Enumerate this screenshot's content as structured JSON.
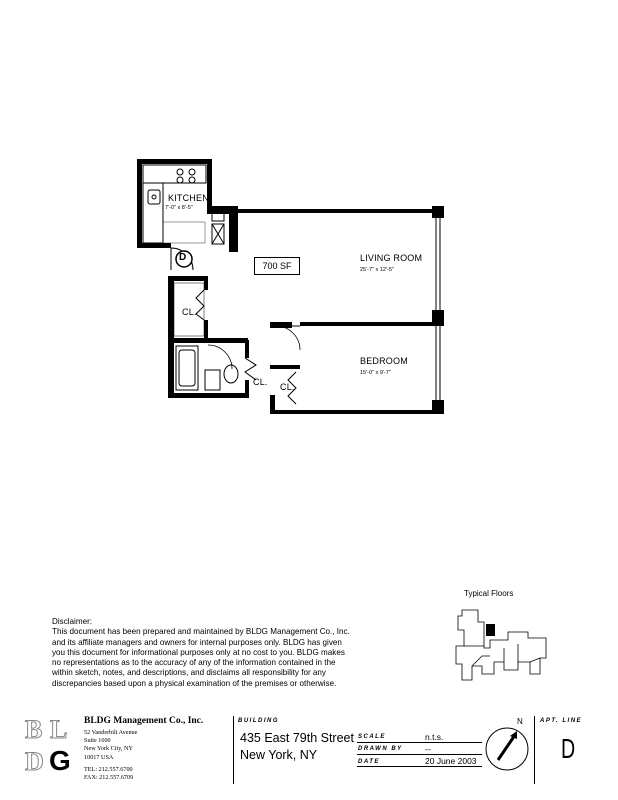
{
  "floorplan": {
    "rooms": {
      "kitchen": {
        "name": "KITCHEN",
        "dims": "7'-0\" x 8'-5\""
      },
      "living_room": {
        "name": "LIVING ROOM",
        "dims": "25'-7\" x 12'-5\""
      },
      "bedroom": {
        "name": "BEDROOM",
        "dims": "15'-0\" x 9'-7\""
      },
      "closet_1": {
        "name": "CL."
      },
      "closet_2": {
        "name": "CL."
      },
      "closet_3": {
        "name": "CL."
      }
    },
    "area": "700 SF",
    "entry_marker": "D"
  },
  "disclaimer": {
    "heading": "Disclaimer:",
    "lines": [
      "This document has been prepared and maintained by BLDG Management Co., Inc.",
      "and its affiliate managers and owners for internal purposes only.  BLDG has given",
      "you this document for informational purposes only at no cost to you.  BLDG makes",
      "no representations as to the accuracy of any of the information contained in the",
      "within sketch, notes, and descriptions, and disclaims all responsibility for any",
      "discrepancies based upon a physical examination of the premises or otherwise."
    ]
  },
  "key_plan": {
    "title": "Typical Floors"
  },
  "footer": {
    "logo_letters": [
      "B",
      "L",
      "D",
      "G"
    ],
    "company": {
      "name": "BLDG Management Co., Inc.",
      "address": [
        "52 Vanderbilt Avenue",
        "Suite 1600",
        "New York City, NY",
        "10017  USA"
      ],
      "tel": "TEL: 212.557.6700",
      "fax": "FAX: 212.557.6709"
    },
    "building_label": "BUILDING",
    "street": "435 East 79th Street",
    "city": "New York, NY",
    "scale_label": "SCALE",
    "scale_value": "n.t.s.",
    "drawn_by_label": "DRAWN BY",
    "drawn_by_value": "--",
    "date_label": "DATE",
    "date_value": "20 June 2003",
    "north_label": "N",
    "apt_line_label": "APT. LINE",
    "apt_line_value": "D"
  }
}
